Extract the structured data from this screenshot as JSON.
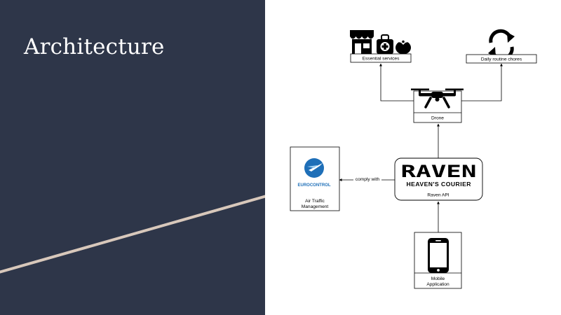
{
  "slide": {
    "title": "Architecture"
  },
  "diagram": {
    "nodes": {
      "essential_services": "Essential services",
      "daily_chores": "Daily routine chores",
      "drone": "Drone",
      "raven_logo_word": "RAVEN",
      "raven_logo_tagline": "HEAVEN'S COURIER",
      "raven_api": "Raven API",
      "eurocontrol_logo": "EUROCONTROL",
      "atm_line1": "Air Traffic",
      "atm_line2": "Management",
      "mobile_line1": "Mobile",
      "mobile_line2": "Application"
    },
    "edges": {
      "comply_with": "comply with"
    }
  },
  "colors": {
    "panel_bg": "#2e3649",
    "accent_line": "#d8c8bb",
    "eurocontrol_blue": "#1e6fb8"
  },
  "icons": [
    "shop-icon",
    "medical-kit-icon",
    "tomato-icon",
    "refresh-icon",
    "drone-icon",
    "phone-icon"
  ]
}
